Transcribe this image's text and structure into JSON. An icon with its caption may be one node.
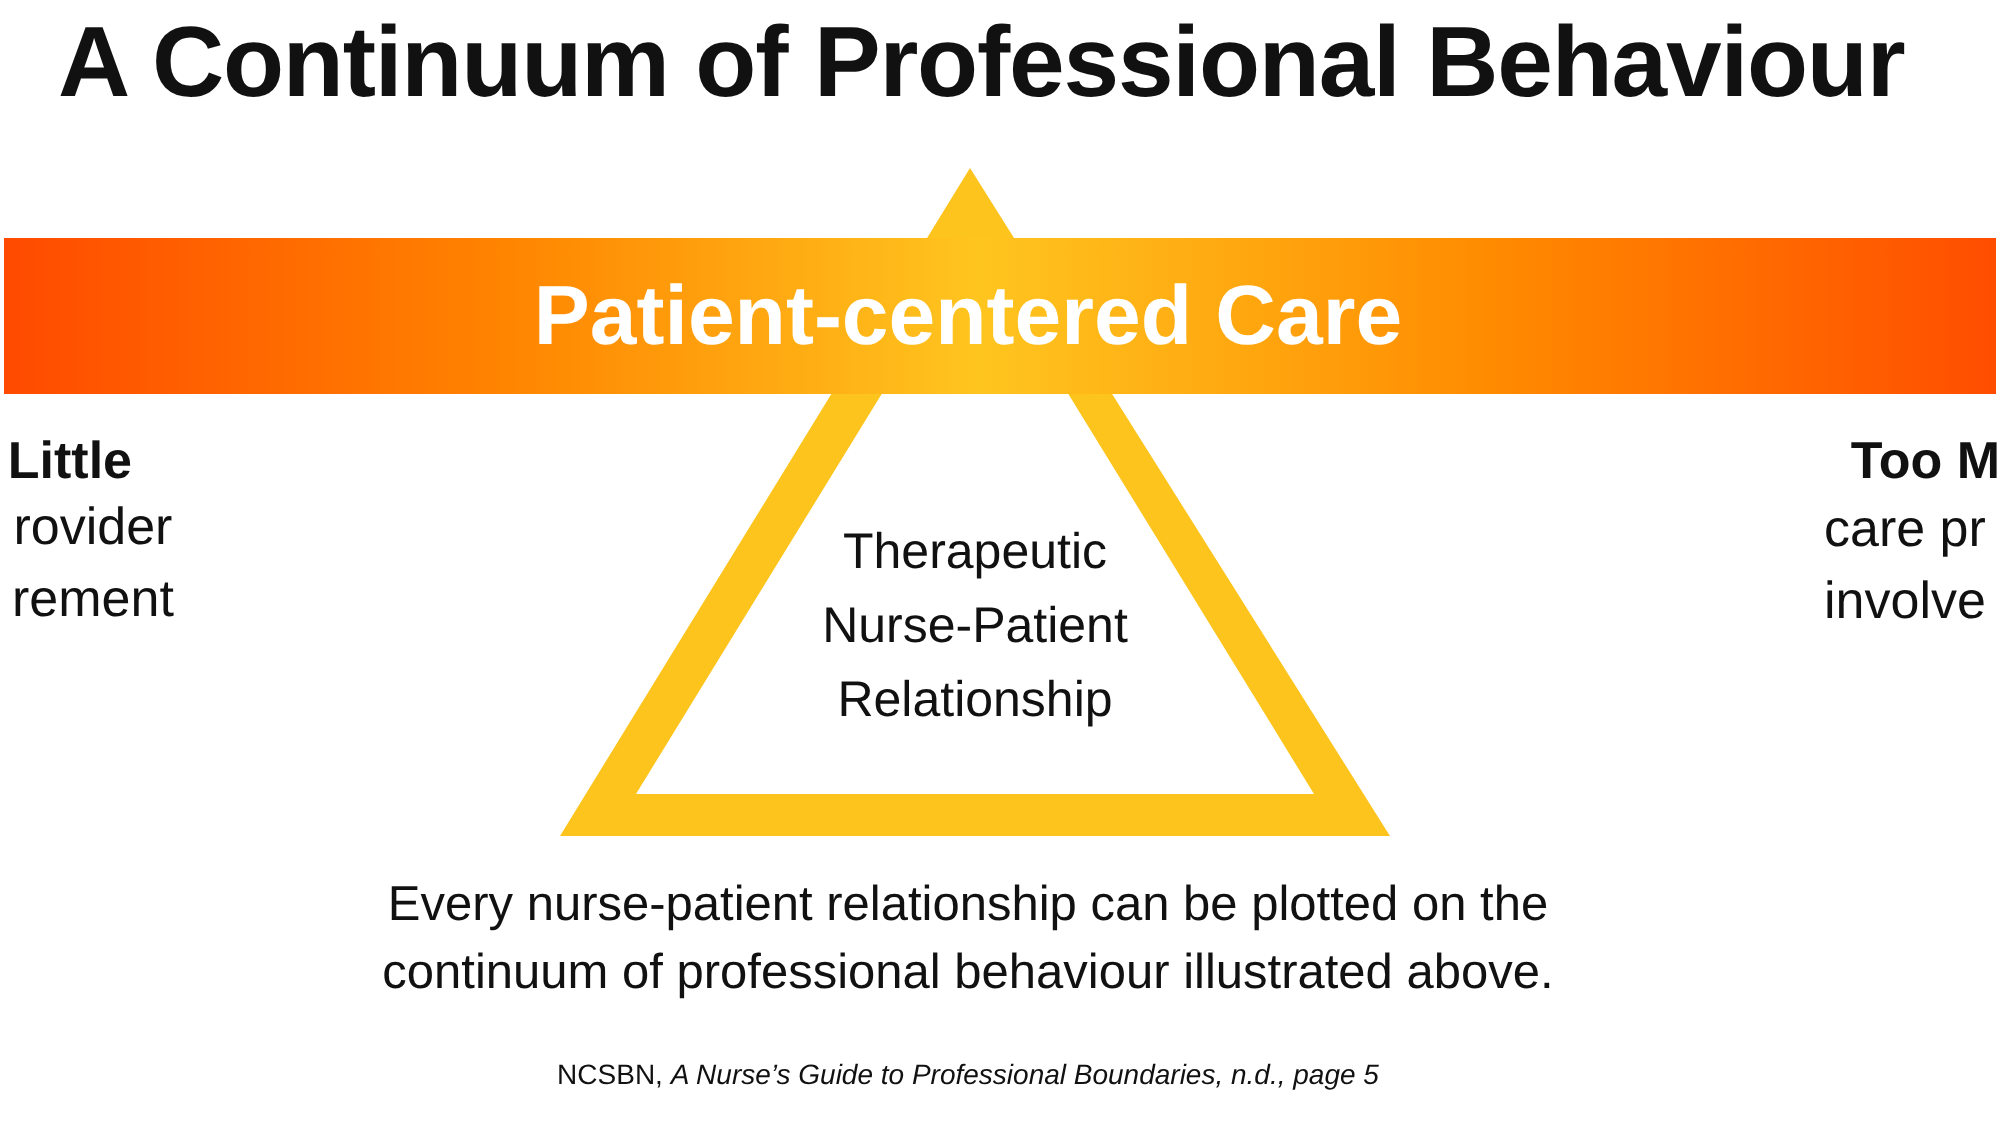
{
  "diagram": {
    "title": "A Continuum of Professional Behaviour",
    "caption": "Every nurse-patient relationship can be plotted on the continuum of professional behaviour illustrated above.",
    "nodes": [
      {
        "text": [
          "Patient-centered Care"
        ]
      },
      {
        "text": [
          "Therapeutic Nurse-Patient Relationship"
        ]
      }
    ],
    "labels": [
      "Little",
      "rovider rement",
      "Too M",
      "care pr involve",
      "NCSBN, *A Nurse’s Guide to Professional Boundaries, n.d., page 5*"
    ]
  }
}
